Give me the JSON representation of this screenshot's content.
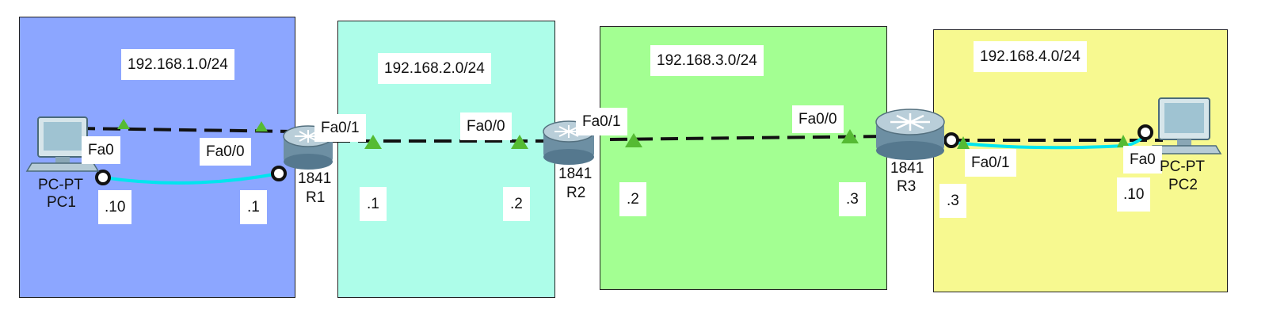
{
  "colors": {
    "lan1": "#8ca6ff",
    "wan12": "#adfde9",
    "wan23": "#a3ff92",
    "lan4": "#f7f990",
    "serial_link": "#111111",
    "crossover_link": "#00e5ee",
    "port_up": "#55bb33"
  },
  "networks": [
    {
      "cidr": "192.168.1.0/24"
    },
    {
      "cidr": "192.168.2.0/24"
    },
    {
      "cidr": "192.168.3.0/24"
    },
    {
      "cidr": "192.168.4.0/24"
    }
  ],
  "devices": {
    "pc1": {
      "model": "PC-PT",
      "name": "PC1",
      "icon": "pc-icon"
    },
    "r1": {
      "model": "1841",
      "name": "R1",
      "icon": "router-icon"
    },
    "r2": {
      "model": "1841",
      "name": "R2",
      "icon": "router-icon"
    },
    "r3": {
      "model": "1841",
      "name": "R3",
      "icon": "router-icon"
    },
    "pc2": {
      "model": "PC-PT",
      "name": "PC2",
      "icon": "pc-icon"
    }
  },
  "interfaces": {
    "pc1_fa0": "Fa0",
    "r1_fa00": "Fa0/0",
    "r1_fa01": "Fa0/1",
    "r2_fa00": "Fa0/0",
    "r2_fa01": "Fa0/1",
    "r3_fa00": "Fa0/0",
    "r3_fa01": "Fa0/1",
    "pc2_fa0": "Fa0"
  },
  "host_addresses": {
    "pc1": ".10",
    "r1_lan1": ".1",
    "r1_lan2": ".1",
    "r2_lan2": ".2",
    "r2_lan3": ".2",
    "r3_lan3": ".3",
    "r3_lan4": ".3",
    "pc2": ".10"
  }
}
